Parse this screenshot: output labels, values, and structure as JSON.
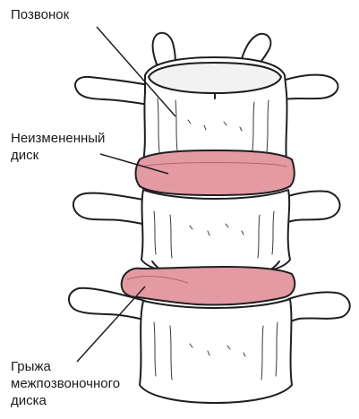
{
  "labels": {
    "vertebra": "Позвонок",
    "normal_disc_line1": "Неизмененный",
    "normal_disc_line2": "диск",
    "hernia_line1": "Грыжа",
    "hernia_line2": "межпозвоночного",
    "hernia_line3": "диска"
  },
  "colors": {
    "bone_fill": "#ffffff",
    "outline": "#1f1f1f",
    "disc_fill": "#e39aa2",
    "disc_edge": "#b5646f",
    "text": "#1a1a1a"
  }
}
